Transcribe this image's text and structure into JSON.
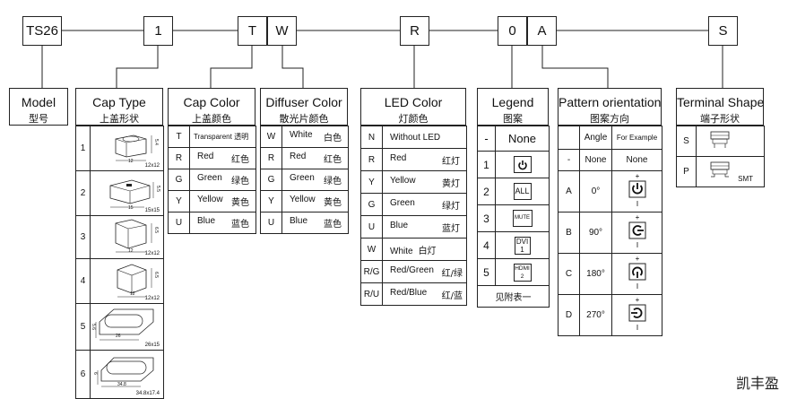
{
  "codes": [
    "TS26",
    "1",
    "T",
    "W",
    "R",
    "0",
    "A",
    "S"
  ],
  "headers": {
    "model": {
      "en": "Model",
      "zh": "型号"
    },
    "cap_type": {
      "en": "Cap Type",
      "zh": "上盖形状"
    },
    "cap_color": {
      "en": "Cap Color",
      "zh": "上盖颜色"
    },
    "diffuser_color": {
      "en": "Diffuser Color",
      "zh": "散光片颜色"
    },
    "led_color": {
      "en": "LED Color",
      "zh": "灯颜色"
    },
    "legend": {
      "en": "Legend",
      "zh": "图案"
    },
    "pattern": {
      "en": "Pattern orientation",
      "zh": "图案方向"
    },
    "terminal": {
      "en": "Terminal Shape",
      "zh": "端子形状"
    }
  },
  "cap_types": [
    {
      "code": "1",
      "size": "12x12",
      "w": "12",
      "h": "5.4"
    },
    {
      "code": "2",
      "size": "15x15",
      "w": "15",
      "h": "5.5"
    },
    {
      "code": "3",
      "size": "12x12",
      "w": "12",
      "h": "6.5"
    },
    {
      "code": "4",
      "size": "12x12",
      "w": "12",
      "h": "6.5"
    },
    {
      "code": "5",
      "size": "26x15",
      "w": "26",
      "h": "5.6"
    },
    {
      "code": "6",
      "size": "34.8x17.4",
      "w": "34.8",
      "h": "6"
    }
  ],
  "cap_colors": [
    {
      "code": "T",
      "en": "Transparent",
      "zh": "透明"
    },
    {
      "code": "R",
      "en": "Red",
      "zh": "红色"
    },
    {
      "code": "G",
      "en": "Green",
      "zh": "绿色"
    },
    {
      "code": "Y",
      "en": "Yellow",
      "zh": "黄色"
    },
    {
      "code": "U",
      "en": "Blue",
      "zh": "蓝色"
    }
  ],
  "diffuser_colors": [
    {
      "code": "W",
      "en": "White",
      "zh": "白色"
    },
    {
      "code": "R",
      "en": "Red",
      "zh": "红色"
    },
    {
      "code": "G",
      "en": "Green",
      "zh": "绿色"
    },
    {
      "code": "Y",
      "en": "Yellow",
      "zh": "黄色"
    },
    {
      "code": "U",
      "en": "Blue",
      "zh": "蓝色"
    }
  ],
  "led_colors": [
    {
      "code": "N",
      "en": "Without LED",
      "zh": ""
    },
    {
      "code": "R",
      "en": "Red",
      "zh": "红灯"
    },
    {
      "code": "Y",
      "en": "Yellow",
      "zh": "黄灯"
    },
    {
      "code": "G",
      "en": "Green",
      "zh": "绿灯"
    },
    {
      "code": "U",
      "en": "Blue",
      "zh": "蓝灯"
    },
    {
      "code": "W",
      "en": "White",
      "zh": "白灯"
    },
    {
      "code": "R/G",
      "en": "Red/Green",
      "zh": "红/绿"
    },
    {
      "code": "R/U",
      "en": "Red/Blue",
      "zh": "红/蓝"
    }
  ],
  "legend": {
    "none_code": "-",
    "none_label": "None",
    "items": [
      {
        "code": "1",
        "icon": "power-icon"
      },
      {
        "code": "2",
        "text": "ALL"
      },
      {
        "code": "3",
        "text": "MUTE"
      },
      {
        "code": "4",
        "text": "DVI 1"
      },
      {
        "code": "5",
        "text": "HDMI 2"
      }
    ],
    "note": "见附表一"
  },
  "pattern": {
    "col_angle": "Angle",
    "col_example": "For Example",
    "none_code": "-",
    "none_angle": "None",
    "none_example": "None",
    "rows": [
      {
        "code": "A",
        "angle": "0°"
      },
      {
        "code": "B",
        "angle": "90°"
      },
      {
        "code": "C",
        "angle": "180°"
      },
      {
        "code": "D",
        "angle": "270°"
      }
    ]
  },
  "terminal": [
    {
      "code": "S",
      "note": ""
    },
    {
      "code": "P",
      "note": "SMT"
    }
  ],
  "watermark": "凯丰盈"
}
